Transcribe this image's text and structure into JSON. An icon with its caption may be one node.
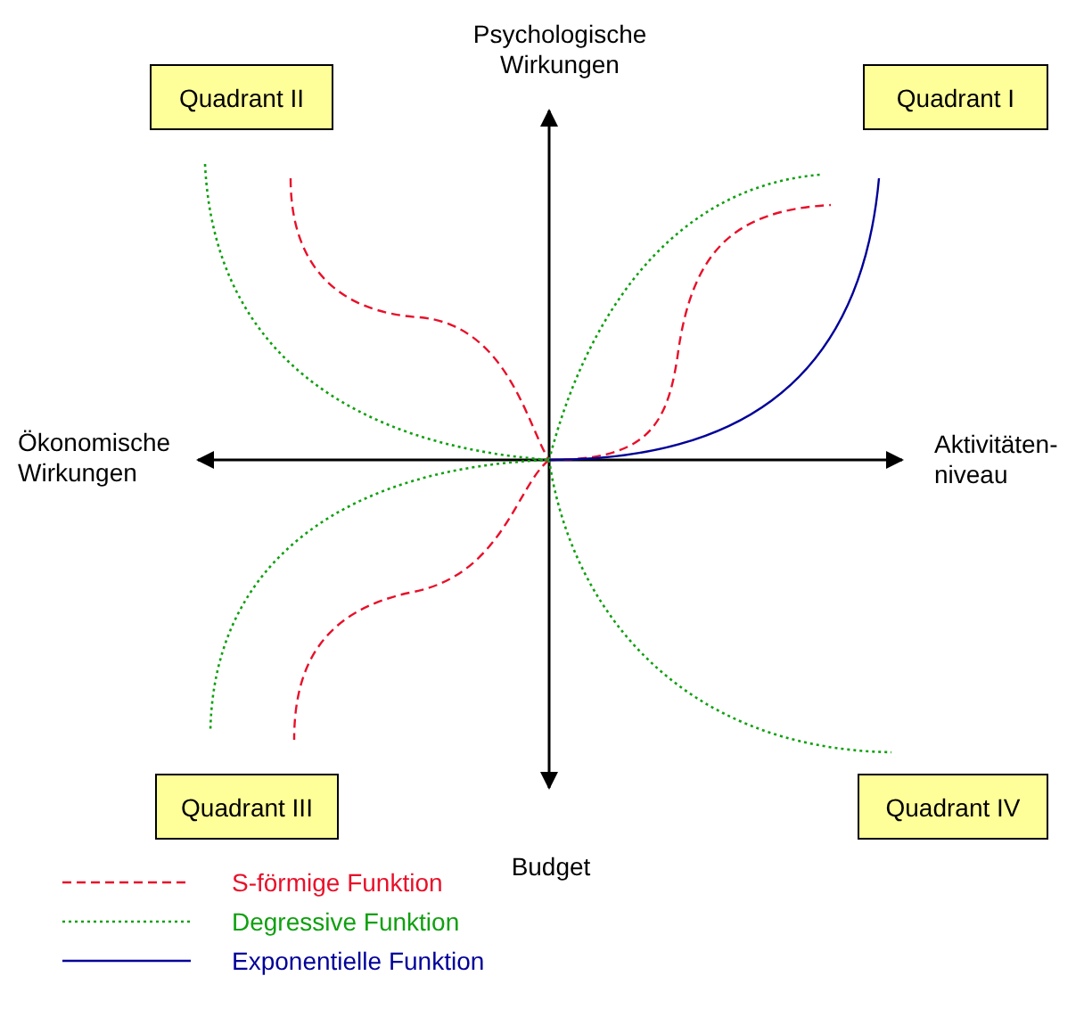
{
  "diagram": {
    "nodes": [
      {
        "text": [
          "Quadrant II"
        ]
      },
      {
        "text": [
          "Quadrant I"
        ]
      },
      {
        "text": [
          "Quadrant III"
        ]
      },
      {
        "text": [
          "Quadrant IV"
        ]
      }
    ],
    "labels": [
      "Psychologische Wirkungen",
      "Ökonomische Wirkungen",
      "Aktivitäten- niveau",
      "Budget"
    ],
    "legend": [
      {
        "text": "S-förmige Funktion"
      },
      {
        "text": "Degressive Funktion"
      },
      {
        "text": "Exponentielle Funktion"
      }
    ]
  }
}
